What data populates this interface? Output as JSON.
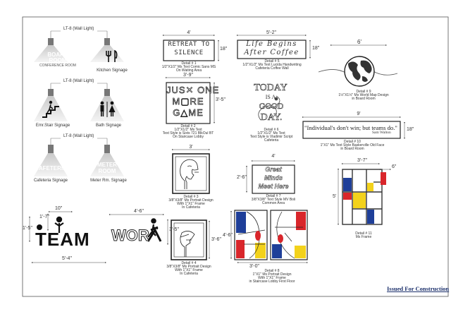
{
  "lights": [
    {
      "tag": "LT-8 (Wall Light)",
      "left_sign": [
        "BOARD",
        "ROOM"
      ],
      "left_sub": "CONFERENCE ROOM",
      "left_caption": "",
      "right_caption": "Kitchen Signage",
      "right_icon": "cutlery-icon"
    },
    {
      "tag": "LT-8 (Wall Light)",
      "left_sign": [],
      "left_sub": "",
      "left_caption": "Emr.Stair Signage",
      "right_caption": "Bath Signage",
      "left_icon": "stairs-person-icon",
      "right_icon": "restroom-icon"
    },
    {
      "tag": "LT-8 (Wall Light)",
      "left_sign": [
        "CAFETERIA"
      ],
      "left_sub": "",
      "left_caption": "Cafeteria Signage",
      "right_caption": "Meter Rm. Signage",
      "right_sign": [
        "METER",
        "ROOM"
      ]
    }
  ],
  "d1": {
    "dim_w": "4'",
    "dim_h": "18\"",
    "lines": [
      "RETREAT TO",
      "SILENCE"
    ],
    "caption": [
      "Detail # 1",
      "1/2\"X1/2\" Ms Text Comic Sans MS",
      "On Waiting Area"
    ]
  },
  "d2": {
    "dim_w": "3'-9\"",
    "dim_h": "3'-5\"",
    "rows": [
      "JUS✕ ONE",
      "M▢RE",
      "G△ME"
    ],
    "caption": [
      "Detail # 2",
      "1/2\"X1/2\" Ms Text",
      "Text Style is Sixts 721 BlkOul BT",
      "On Staircase Lobby"
    ]
  },
  "d3": {
    "dim_w": "3'",
    "caption": [
      "Detail # 3",
      "3/8\"X3/8\" Ms Portrait  Design",
      "With 1\"X1\" Frame",
      "In Cafeteria"
    ]
  },
  "d4": {
    "dim_h": "3'-6\"",
    "caption": [
      "Detail # 4",
      "3/8\"X3/8\" Ms Portrait  Design",
      "With 1\"X1\" Frame",
      "In Cafeteria"
    ]
  },
  "d5": {
    "dim_w": "5'-2\"",
    "dim_h": "18\"",
    "lines": [
      "Life Begins",
      "After Coffee"
    ],
    "caption": [
      "Detail # 5",
      "1/2\"X1/2\" Ms Text Lucida Handwriting",
      "Cafeteria Coffee Wall"
    ]
  },
  "d6": {
    "words": [
      "TODAY",
      "IS A",
      "GOOD",
      "DAY."
    ],
    "caption": [
      "Detail # 6",
      "1/2\"X1/2\" Ms Text",
      "Text Style is Vladimir Script",
      "Cafeteria"
    ]
  },
  "d7": {
    "dim_w": "4'",
    "dim_h": "2'-6\"",
    "lines": [
      "Great",
      "Minds",
      "Meet Here"
    ],
    "caption": [
      "Detail # 7",
      "3/8\"X3/8\" Text Style MV Boli",
      "Common Area"
    ]
  },
  "d8": {
    "dim_w": "3'-0\"",
    "dim_h": "4'-6\"",
    "caption": [
      "Detail # 8",
      "1\"X1\" Ms Portrait  Design",
      "With 1\"X1\" Frame",
      "in Staircase Lobby First Floor"
    ]
  },
  "d9": {
    "dim_w": "6'",
    "caption": [
      "Detail # 9",
      "1½\"X1½\" Ms World Map  Design",
      "in Board Room"
    ]
  },
  "d10": {
    "dim_w": "9'",
    "dim_h": "18\"",
    "quote": "\"Individual's don't win; but teams do.\"",
    "author": "Sam Walton",
    "caption": [
      "Detail # 10",
      "1\"X1\" Ms Text Style Baskerville Old Face",
      "in Board Room"
    ]
  },
  "d11": {
    "dim_w": "3'-7\"",
    "dim_w2": "6\"",
    "dim_h": "5'",
    "caption": [
      "Detail # 11",
      "Ms Frame"
    ]
  },
  "team": {
    "text": "TEAM",
    "dim_top1": "10\"",
    "dim_top2": "1'-7\"",
    "dim_side": "1'-5\"",
    "dim_bottom": "5'-4\""
  },
  "work": {
    "text": "WOR",
    "dim_top": "4'-6\"",
    "dim_side": "3'-5\""
  },
  "colors": {
    "red": "#d9262b",
    "blue": "#1f3f99",
    "yellow": "#f3d21b",
    "sign_grey": "#8a8a8a"
  },
  "stamp": "Issued For Construction"
}
